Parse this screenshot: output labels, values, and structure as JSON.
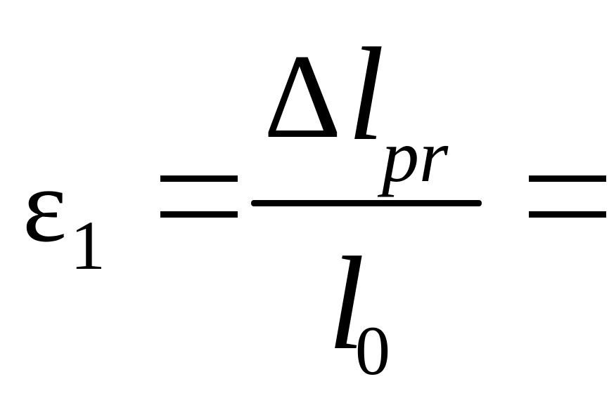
{
  "formula": {
    "lhs": {
      "symbol": "ε",
      "subscript": "1"
    },
    "equals_left": "=",
    "numerator": {
      "delta": "Δ",
      "variable": "l",
      "subscript": "pr"
    },
    "denominator": {
      "variable": "l",
      "subscript": "0"
    },
    "equals_right": "="
  }
}
